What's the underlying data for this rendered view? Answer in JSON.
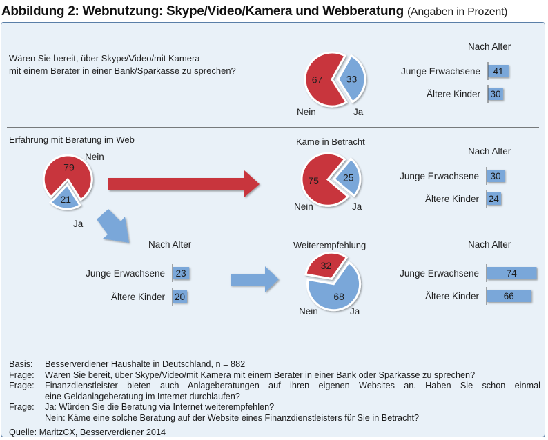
{
  "title": {
    "main": "Abbildung 2: Webnutzung: Skype/Video/Kamera und Webberatung",
    "sub": "(Angaben in Prozent)"
  },
  "colors": {
    "red": "#c8343c",
    "blue": "#7aa7d9",
    "panel": "#e9f1f8",
    "border": "#5a7fa8",
    "arrow_red": "#c8343c",
    "arrow_blue": "#7aa7d9"
  },
  "sections": {
    "q1_line1": "Wären Sie bereit, über Skype/Video/mit Kamera",
    "q1_line2": "mit einem Berater in einer Bank/Sparkasse zu sprechen?",
    "web": "Erfahrung mit Beratung im Web",
    "consider": "Käme in Betracht",
    "recommend": "Weiterempfehlung"
  },
  "labels": {
    "nach_alter": "Nach Alter",
    "young": "Junge Erwachsene",
    "older": "Ältere Kinder",
    "nein": "Nein",
    "ja": "Ja"
  },
  "chart_data": [
    {
      "type": "pie",
      "id": "skype",
      "categories": [
        "Nein",
        "Ja"
      ],
      "values": [
        67,
        33
      ]
    },
    {
      "type": "bar",
      "id": "skype_age",
      "title": "Nach Alter",
      "categories": [
        "Junge Erwachsene",
        "Ältere Kinder"
      ],
      "values": [
        41,
        30
      ]
    },
    {
      "type": "pie",
      "id": "web_experience",
      "categories": [
        "Nein",
        "Ja"
      ],
      "values": [
        79,
        21
      ]
    },
    {
      "type": "pie",
      "id": "consider",
      "categories": [
        "Nein",
        "Ja"
      ],
      "values": [
        75,
        25
      ]
    },
    {
      "type": "bar",
      "id": "consider_age",
      "title": "Nach Alter",
      "categories": [
        "Junge Erwachsene",
        "Ältere Kinder"
      ],
      "values": [
        30,
        24
      ]
    },
    {
      "type": "bar",
      "id": "web_yes_age",
      "title": "Nach Alter",
      "categories": [
        "Junge Erwachsene",
        "Ältere Kinder"
      ],
      "values": [
        23,
        20
      ]
    },
    {
      "type": "pie",
      "id": "recommend",
      "categories": [
        "Nein",
        "Ja"
      ],
      "values": [
        32,
        68
      ]
    },
    {
      "type": "bar",
      "id": "recommend_age",
      "title": "Nach Alter",
      "categories": [
        "Junge Erwachsene",
        "Ältere Kinder"
      ],
      "values": [
        74,
        66
      ]
    }
  ],
  "footer": {
    "basis_key": "Basis:",
    "basis": "Besserverdiener Haushalte in Deutschland, n = 882",
    "frage_key": "Frage:",
    "frage1": "Wären Sie bereit, über Skype/Video/mit Kamera mit einem Berater in einer Bank oder Sparkasse zu sprechen?",
    "frage2a": "Finanzdienstleister bieten auch Anlageberatungen auf ihren eigenen Websites an. Haben Sie schon einmal",
    "frage2b": "eine Geldanlageberatung im Internet durchlaufen?",
    "frage3a": "Ja: Würden Sie die Beratung via Internet weiterempfehlen?",
    "frage3b": "Nein: Käme eine solche Beratung auf der Website eines Finanzdienstleisters für Sie in Betracht?",
    "source": "Quelle: MaritzCX, Besserverdiener 2014"
  }
}
